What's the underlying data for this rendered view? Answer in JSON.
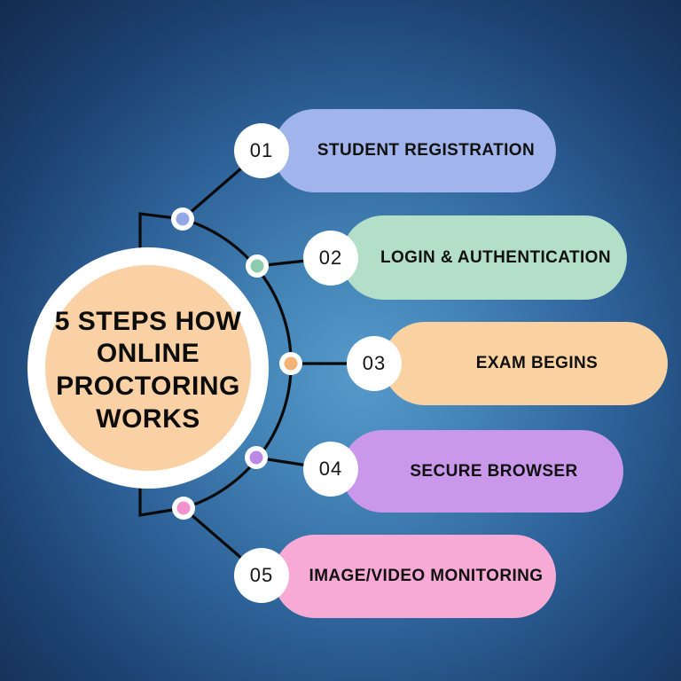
{
  "title": "5 STEPS HOW ONLINE PROCTORING WORKS",
  "background": {
    "glow_center": "#569aca",
    "edge": "#132b4e"
  },
  "center_circle": {
    "ring_color": "#ffffff",
    "fill_color": "#f9d1a4",
    "text_color": "#0c0c0c"
  },
  "connectors": {
    "color": "#0a0a0a",
    "node_ring_color": "#ffffff"
  },
  "steps": [
    {
      "number": "01",
      "label": "STUDENT REGISTRATION",
      "colors": {
        "pill": "#a1b5ec",
        "dot": "#93a9e6"
      }
    },
    {
      "number": "02",
      "label": "LOGIN & AUTHENTICATION",
      "colors": {
        "pill": "#b3dfc9",
        "dot": "#8ecbae"
      }
    },
    {
      "number": "03",
      "label": "EXAM BEGINS",
      "colors": {
        "pill": "#fad2a2",
        "dot": "#f3b377"
      }
    },
    {
      "number": "04",
      "label": "SECURE BROWSER",
      "colors": {
        "pill": "#c998ea",
        "dot": "#bc8ae6"
      }
    },
    {
      "number": "05",
      "label": "IMAGE/VIDEO MONITORING",
      "colors": {
        "pill": "#f6aad5",
        "dot": "#f193cd"
      }
    }
  ]
}
